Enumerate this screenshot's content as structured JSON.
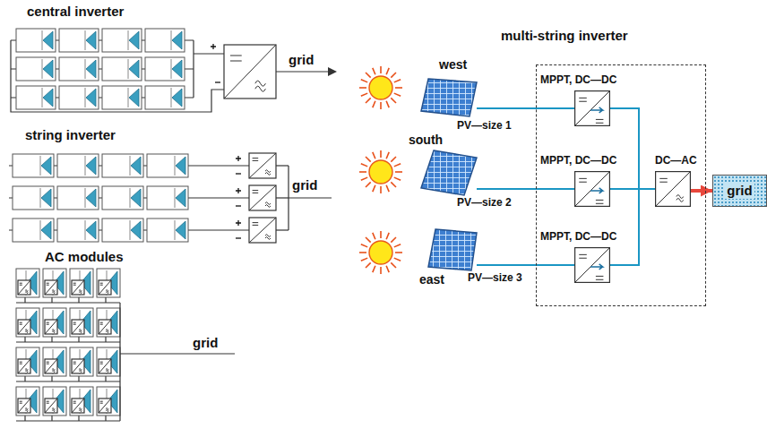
{
  "diagram": {
    "nodes": [
      {
        "text": [
          "multi-string inverter"
        ]
      },
      {
        "text": [
          "MPPT, DC—DC"
        ],
        "in": 0
      },
      {
        "text": [
          "MPPT, DC—DC"
        ],
        "in": 0
      },
      {
        "text": [
          "MPPT, DC—DC"
        ],
        "in": 0
      },
      {
        "text": [
          "DC—AC"
        ],
        "in": 0
      },
      {
        "text": [
          "west",
          "PV—size 1"
        ]
      },
      {
        "text": [
          "south",
          "PV—size 2"
        ]
      },
      {
        "text": [
          "east",
          "PV—size 3"
        ]
      },
      {
        "text": [
          "grid"
        ]
      }
    ],
    "edges": [
      {
        "from": 5,
        "to": 1,
        "arrow": "none"
      },
      {
        "from": 6,
        "to": 2,
        "arrow": "none"
      },
      {
        "from": 7,
        "to": 3,
        "arrow": "none"
      },
      {
        "from": 1,
        "to": 4,
        "arrow": "none"
      },
      {
        "from": 2,
        "to": 4,
        "arrow": "none"
      },
      {
        "from": 3,
        "to": 4,
        "arrow": "none"
      },
      {
        "from": 4,
        "to": 8,
        "arrow": "to"
      }
    ],
    "labels": [
      "central inverter",
      "grid",
      "string inverter",
      "grid",
      "AC modules",
      "grid"
    ]
  }
}
